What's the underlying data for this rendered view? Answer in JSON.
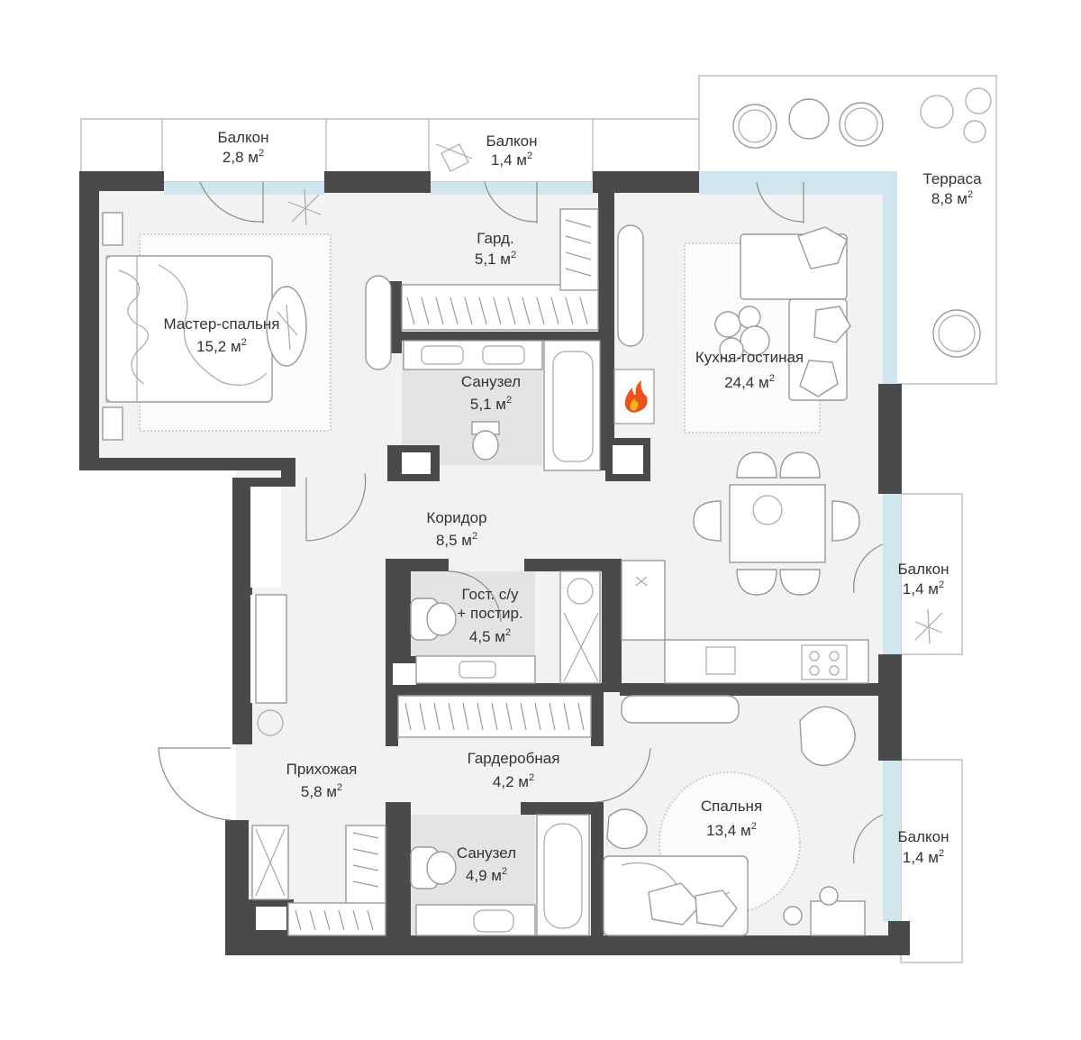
{
  "plan": {
    "area_unit": "м",
    "area_unit_power": "2",
    "rooms": [
      {
        "id": "balcony-1",
        "name": "Балкон",
        "area": "2,8"
      },
      {
        "id": "balcony-2",
        "name": "Балкон",
        "area": "1,4"
      },
      {
        "id": "terrace",
        "name": "Терраса",
        "area": "8,8"
      },
      {
        "id": "wardrobe-small",
        "name": "Гард.",
        "area": "5,1"
      },
      {
        "id": "master-bedroom",
        "name": "Мастер-спальня",
        "area": "15,2"
      },
      {
        "id": "bathroom-1",
        "name": "Санузел",
        "area": "5,1"
      },
      {
        "id": "kitchen-living",
        "name": "Кухня-гостиная",
        "area": "24,4"
      },
      {
        "id": "corridor",
        "name": "Коридор",
        "area": "8,5"
      },
      {
        "id": "guest-bathroom",
        "name": "Гост. с/у\n+ постир.",
        "area": "4,5"
      },
      {
        "id": "balcony-3",
        "name": "Балкон",
        "area": "1,4"
      },
      {
        "id": "hallway",
        "name": "Прихожая",
        "area": "5,8"
      },
      {
        "id": "walk-in-closet",
        "name": "Гардеробная",
        "area": "4,2"
      },
      {
        "id": "bedroom",
        "name": "Спальня",
        "area": "13,4"
      },
      {
        "id": "bathroom-2",
        "name": "Санузел",
        "area": "4,9"
      },
      {
        "id": "balcony-4",
        "name": "Балкон",
        "area": "1,4"
      }
    ],
    "icons": [
      "fireplace-icon"
    ]
  }
}
